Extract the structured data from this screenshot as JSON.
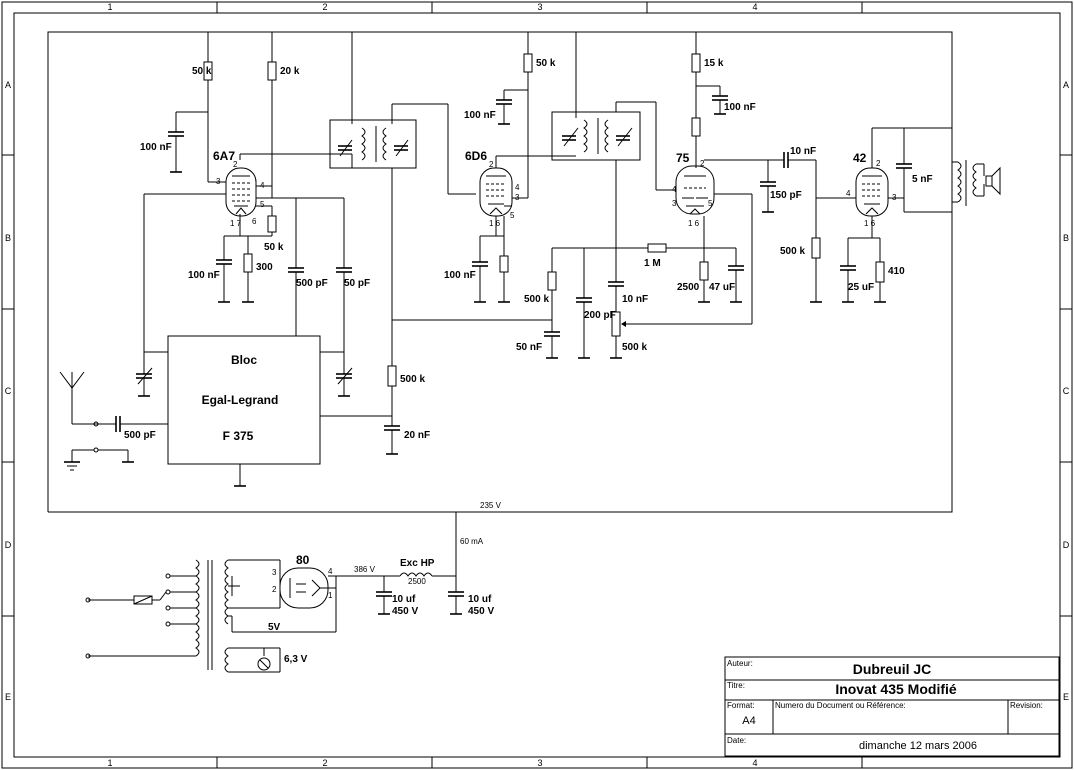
{
  "frame": {
    "columns": [
      "1",
      "2",
      "3",
      "4"
    ],
    "rows": [
      "A",
      "B",
      "C",
      "D",
      "E"
    ]
  },
  "tubes": {
    "t1": "6A7",
    "t2": "6D6",
    "t3": "75",
    "t4": "42",
    "rect": "80"
  },
  "pins": {
    "t1_2": "2",
    "t1_3": "3",
    "t1_4": "4",
    "t1_5": "5",
    "t1_6": "6",
    "t1_17": "1 7",
    "t2_2": "2",
    "t2_3": "3",
    "t2_4": "4",
    "t2_5": "5",
    "t2_16": "1 6",
    "t3_2": "2",
    "t3_3": "3",
    "t3_4": "4",
    "t3_5": "5",
    "t3_16": "1 6",
    "t4_2": "2",
    "t4_3": "3",
    "t4_4": "4",
    "t4_16": "1 6",
    "r_3": "3",
    "r_2": "2",
    "r_4": "4",
    "r_1": "1"
  },
  "components": {
    "r_50k_a": "50 k",
    "r_20k": "20 k",
    "c_100nf_a": "100 nF",
    "r_50k_b": "50 k",
    "c_100nf_b": "100 nF",
    "r_300": "300",
    "c_500pf_a": "500 pF",
    "c_50pf": "50 pF",
    "r_50k_c": "50 k",
    "c_100nf_c": "100 nF",
    "c_100nf_d": "100 nF",
    "r_500k_a": "500 k",
    "c_200pf": "200 pF",
    "c_50nf": "50 nF",
    "c_10nf_a": "10 nF",
    "pot_500k": "500 k",
    "r_1m": "1 M",
    "r_15k": "15 k",
    "c_100nf_e": "100 nF",
    "c_10nf_b": "10 nF",
    "c_150pf": "150 pF",
    "r_2500": "2500",
    "c_47uf": "47 uF",
    "r_500k_b": "500 k",
    "c_5nf": "5 nF",
    "c_25uf": "25 uF",
    "r_410": "410",
    "r_500k_c": "500 k",
    "c_20nf": "20 nF",
    "c_500pf_b": "500 pF",
    "c_10uf_a": "10 uf",
    "v_450_a": "450 V",
    "c_10uf_b": "10 uf",
    "v_450_b": "450 V",
    "exc_hp": "Exc HP",
    "exc_val": "2500",
    "v_386": "386 V",
    "v_235": "235 V",
    "ma_60": "60 mA",
    "v_5": "5V",
    "v_63": "6,3 V"
  },
  "block": {
    "line1": "Bloc",
    "line2": "Egal-Legrand",
    "line3": "F 375"
  },
  "title_block": {
    "author_label": "Auteur:",
    "author": "Dubreuil JC",
    "title_label": "Titre:",
    "title": "Inovat 435 Modifié",
    "format_label": "Format:",
    "format": "A4",
    "docnum_label": "Numero du Document ou Référence:",
    "revision_label": "Revision:",
    "date_label": "Date:",
    "date": "dimanche 12 mars 2006"
  }
}
